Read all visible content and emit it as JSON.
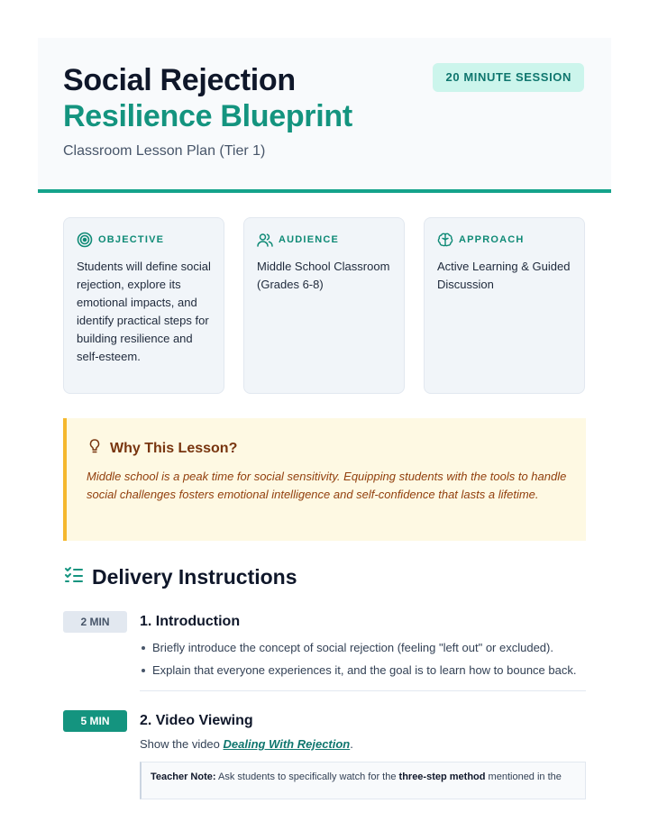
{
  "header": {
    "title_line1": "Social Rejection",
    "title_line2": "Resilience Blueprint",
    "subtitle": "Classroom Lesson Plan (Tier 1)",
    "badge": "20 MINUTE SESSION"
  },
  "cards": [
    {
      "icon": "target-icon",
      "label": "OBJECTIVE",
      "text": "Students will define social rejection, explore its emotional impacts, and identify practical steps for building resilience and self-esteem."
    },
    {
      "icon": "users-icon",
      "label": "AUDIENCE",
      "text": "Middle School Classroom (Grades 6-8)"
    },
    {
      "icon": "brain-icon",
      "label": "APPROACH",
      "text": "Active Learning & Guided Discussion"
    }
  ],
  "why": {
    "icon": "lightbulb-icon",
    "title": "Why This Lesson?",
    "text": "Middle school is a peak time for social sensitivity. Equipping students with the tools to handle social challenges fosters emotional intelligence and self-confidence that lasts a lifetime."
  },
  "delivery": {
    "icon": "checklist-icon",
    "title": "Delivery Instructions",
    "steps": [
      {
        "time": "2 MIN",
        "title": "1. Introduction",
        "bullets": [
          "Briefly introduce the concept of social rejection (feeling \"left out\" or excluded).",
          "Explain that everyone experiences it, and the goal is to learn how to bounce back."
        ]
      },
      {
        "time": "5 MIN",
        "title": "2. Video Viewing",
        "desc_prefix": "Show the video ",
        "link": "Dealing With Rejection",
        "desc_suffix": ".",
        "note_label": "Teacher Note:",
        "note_pre": " Ask students to specifically watch for the ",
        "note_bold": "three-step method",
        "note_post": " mentioned in the"
      }
    ]
  },
  "colors": {
    "accent": "#14947f",
    "warning_border": "#f5b82e",
    "warning_bg": "#fef9e3"
  }
}
